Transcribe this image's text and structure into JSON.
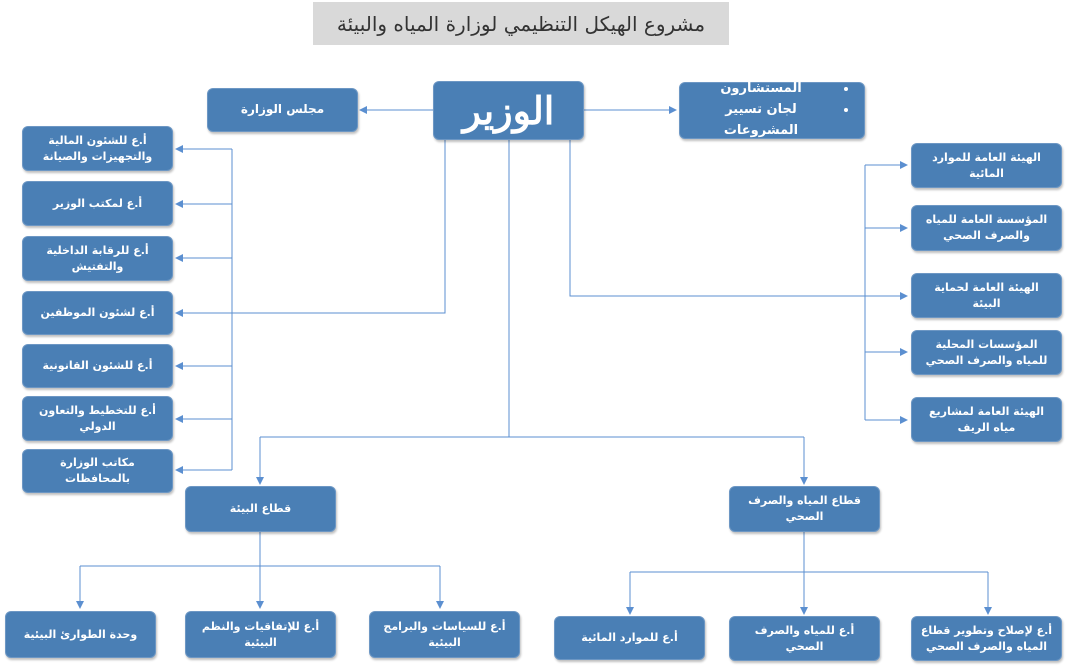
{
  "title": "مشروع الهيكل التنظيمي لوزارة المياه والبيئة",
  "minister": "الوزير",
  "council": "مجلس الوزارة",
  "advisors": [
    "المستشارون",
    "لجان تسيير المشروعات"
  ],
  "left_units": [
    "أ.ع للشئون المالية والتجهيزات والصيانة",
    "أ.ع لمكتب الوزير",
    "أ.ع للرقابة الداخلية والتفتيش",
    "أ.ع لشئون الموظفين",
    "أ.ع للشئون القانونية",
    "أ.ع للتخطيط والتعاون الدولي",
    "مكاتب الوزارة بالمحافظات"
  ],
  "right_units": [
    "الهيئة العامة للموارد المائية",
    "المؤسسة العامة للمياه والصرف الصحي",
    "الهيئة العامة لحماية البيئة",
    "المؤسسات المحلية للمياه والصرف الصحي",
    "الهيئة العامة لمشاريع مياه الريف"
  ],
  "environment_sector": {
    "label": "قطاع البيئة",
    "children": [
      "وحدة الطوارئ البيئية",
      "أ.ع للإتفاقيات والنظم البيئية",
      "أ.ع للسياسات والبرامج البيئية"
    ]
  },
  "water_sector": {
    "label": "قطاع المياه والصرف الصحي",
    "children": [
      "أ.ع للموارد المائية",
      "أ.ع للمياه والصرف الصحي",
      "أ.ع لإصلاح وتطوير قطاع المياه والصرف الصحي"
    ]
  },
  "colors": {
    "box": "#4a7fb5",
    "line": "#5b8fd0",
    "title_bg": "#d9d9d9"
  }
}
